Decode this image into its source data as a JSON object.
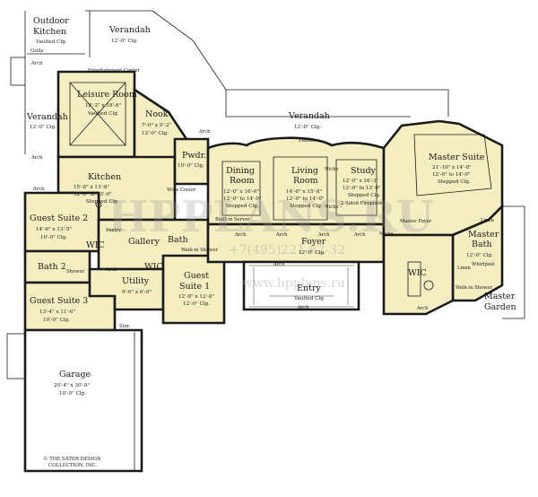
{
  "rooms": {
    "outdoor_kitchen": {
      "name1": "Outdoor",
      "name2": "Kitchen",
      "dim": "Vaulted Clg.",
      "extra": "Grille"
    },
    "verandah_top": {
      "name": "Verandah",
      "dim": "12'-0\" Clg."
    },
    "verandah_left": {
      "name": "Verandah",
      "dim": "12'-0\" Clg."
    },
    "verandah_center": {
      "name": "Verandah",
      "dim": "12'-0\" Clg.",
      "extra": "Planter"
    },
    "leisure": {
      "name": "Leisure Room",
      "dim1": "18'-2\" x 18'-8\"",
      "dim2": "Vaulted Clg.",
      "extra": "Entertainment Center"
    },
    "nook": {
      "name": "Nook",
      "dim1": "7'-0\" x 9'-2\"",
      "dim2": "12'-0\" Clg."
    },
    "kitchen": {
      "name": "Kitchen",
      "dim1": "15'-8\" x 13'-8\"",
      "dim2": "12'-0\" to 13'-0\"",
      "dim3": "Stepped Clg."
    },
    "pwdr": {
      "name": "Pwdr.",
      "dim": "10'-0\" Clg."
    },
    "dining": {
      "name": "Dining",
      "name2": "Room",
      "dim1": "12'-0\" x 16'-0\"",
      "dim2": "12'-0\" to 14'-0\"",
      "dim3": "Stepped Clg."
    },
    "living": {
      "name": "Living",
      "name2": "Room",
      "dim1": "14'-0\" x 15'-8\"",
      "dim2": "12'-0\" to 14'-0\"",
      "dim3": "Stepped Clg."
    },
    "study": {
      "name": "Study",
      "dim1": "12'-0\" x 16'-3\"",
      "dim2": "12'-0\" to 13'-0\"",
      "dim3": "Stepped Clg.",
      "extra": "2-Sided Fireplace"
    },
    "master_suite": {
      "name": "Master Suite",
      "dim1": "21'-10\" x 14'-8\"",
      "dim2": "12'-0\" to 14'-0\"",
      "dim3": "Stepped Clg."
    },
    "guest2": {
      "name": "Guest Suite 2",
      "dim1": "14'-6\" x 13'-5\"",
      "dim2": "10'-0\" Clg."
    },
    "guest3": {
      "name": "Guest Suite 3",
      "dim1": "13'-4\" x 11'-6\"",
      "dim2": "10'-0\" Clg."
    },
    "guest1": {
      "name": "Guest",
      "name2": "Suite 1",
      "dim1": "12'-8\" x 12'-8\"",
      "dim2": "12'-0\" Clg."
    },
    "gallery": {
      "name": "Gallery"
    },
    "foyer": {
      "name": "Foyer",
      "dim": "12'-0\" Clg."
    },
    "entry": {
      "name": "Entry",
      "dim": "Vaulted Clg."
    },
    "utility": {
      "name": "Utility",
      "dim": "9'-6\" x 6'-0\""
    },
    "master_bath": {
      "name": "Master",
      "name2": "Bath",
      "dim": "12'-0\" Clg."
    },
    "master_garden": {
      "name": "Master",
      "name2": "Garden"
    },
    "garage": {
      "name": "Garage",
      "dim1": "20'-4\" x 30'-8\"",
      "dim2": "10'-0\" Clg."
    },
    "bath2": {
      "name": "Bath 2"
    },
    "bath": {
      "name": "Bath"
    },
    "wic": {
      "name": "WIC"
    },
    "stor": {
      "name": "Stor."
    }
  },
  "labels": {
    "arch": "Arch",
    "pantry": "Pantry",
    "wine_cooler": "Wine Cooler",
    "built_in_server": "Built-in Server",
    "niche": "Niche",
    "linen": "Linen",
    "master_foyer": "Master Foyer",
    "whirlpool": "Whirlpool",
    "walk_in_shower": "Walk-in Shower",
    "shower": "Shower",
    "walk_in_shower_g1": "Walk-in Shower"
  },
  "copyright": {
    "line1": "© THE SATER DESIGN",
    "line2": "COLLECTION, INC."
  },
  "watermark": {
    "text": "HPPLANS.RU",
    "phone": "+7(495)221-62-32",
    "url": "www.hpplans.ru"
  }
}
